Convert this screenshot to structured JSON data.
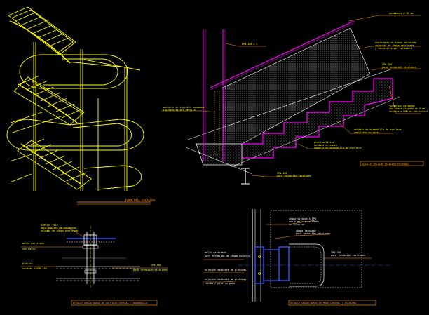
{
  "title_blocks": {
    "iso_view": "ISOMETRIA ESCALERA",
    "section_view": "DETALLE SECCION ESCALERA PELDAÑOS",
    "detail_left": "DETALLE UNION BARAS DE LA PIEZA CENTRAL / BARANDILLA",
    "detail_right": "DETALLE UNION BARAS DE MUDO CENTRAL / ESCALERA"
  },
  "section_labels": {
    "pasamanos": "pasamanos Ø 50 mm",
    "upn": "UPN-160 x 2",
    "conformado": "conformado de chapa perforada",
    "conformado_sub": "colocado de chapa perforada",
    "conformado_sub2": "y recubierta por soldadura",
    "ipn_top": "IPN-160",
    "ipn_top_sub": "para formación escalones",
    "formacion": "formación peldaños",
    "formacion_sub": "con chapa plegada de 5 mm",
    "formacion_sub2": "soldada a UPN de estructura",
    "soldado": "soldado de barandilla de escalera",
    "soldado_sub": "realizado en obra",
    "placa": "placa metálica",
    "placa_sub": "soldada en zanca",
    "placa_sub2": "soporte de barandilla de escalera",
    "montante": "montante de sujeción pasamanos",
    "montante_sub": "a distancia ver detalle",
    "ipn_bottom": "IPN-160",
    "ipn_bottom_sub": "para formación escalones"
  },
  "detail_left_labels": {
    "l1": "pletina sola",
    "l2": "para soporte de pasamanos",
    "l3": "soldada de chapa perforada",
    "l4": "malla perforada",
    "l5": "con marco",
    "l6": "pletina",
    "l7": "soldada a UPN 160",
    "l8": "IPN-160",
    "l9": "para formación escalones"
  },
  "detail_right_labels": {
    "r1": "chapa soldada a IPN",
    "r2": "con pletinas soldadas",
    "r3": "de refuerzo",
    "r4": "chapa laminada",
    "r5": "para formación escalones",
    "r6": "IPN-160",
    "r7": "para formación escalones",
    "r8": "malla perforada",
    "r9": "para formación de chapa escalera",
    "r10": "sujeción mediante de pletinas",
    "r11": "sujeción mediante de pletinas",
    "r12": "recibo / pletina guía"
  },
  "colors": {
    "background": "#000000",
    "yellow": "#ffff00",
    "magenta": "#ff00ff",
    "white": "#ffffff",
    "blue": "#3050ff",
    "cyan": "#00ffff",
    "orange": "#ff9d00",
    "grey": "#8a8a8a"
  }
}
